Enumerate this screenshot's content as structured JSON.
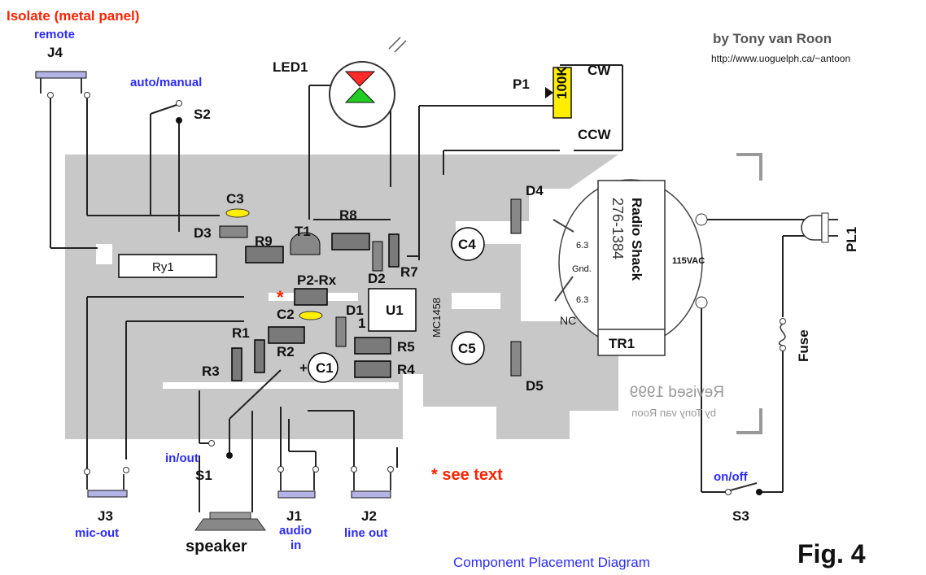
{
  "header": {
    "isolate": "Isolate (metal panel)",
    "author": "by Tony van Roon",
    "url": "http://www.uoguelph.ca/~antoon"
  },
  "labels": {
    "remote": "remote",
    "j4": "J4",
    "auto_manual": "auto/manual",
    "s2": "S2",
    "led1": "LED1",
    "p1": "P1",
    "p1_value": "100K",
    "cw": "CW",
    "ccw": "CCW",
    "c3": "C3",
    "d3": "D3",
    "r9": "R9",
    "t1": "T1",
    "r8": "R8",
    "d2": "D2",
    "r7": "R7",
    "ry1": "Ry1",
    "p2": "P2-Rx",
    "asterisk": "*",
    "c2": "C2",
    "d1": "D1",
    "u1": "U1",
    "u1_pin": "1",
    "mc1458": "MC1458",
    "r1": "R1",
    "r2": "R2",
    "r3": "R3",
    "r5": "R5",
    "r4": "R4",
    "c1": "C1",
    "c1_plus": "+",
    "c4": "C4",
    "c5": "C5",
    "d4": "D4",
    "d5": "D5",
    "tr_63a": "6.3",
    "tr_gnd": "Gnd.",
    "tr_63b": "6.3",
    "tr_nc": "NC",
    "tr_num": "276-1384",
    "tr_name": "Radio Shack",
    "tr1": "TR1",
    "vac": "115VAC",
    "pl1": "PL1",
    "fuse": "Fuse",
    "revised": "Revised 1999",
    "revised_by": "by Tony van Roon",
    "in_out": "in/out",
    "s1": "S1",
    "see_text": "* see text",
    "on_off": "on/off",
    "s3": "S3",
    "j3": "J3",
    "mic_out": "mic-out",
    "speaker": "speaker",
    "j1": "J1",
    "audio": "audio",
    "in": "in",
    "j2": "J2",
    "line_out": "line out",
    "caption": "Component Placement Diagram",
    "fig": "Fig. 4"
  },
  "colors": {
    "pcb": "#c8c8c8",
    "label_blue": "#2b2bff",
    "label_red": "#ff2200",
    "pot_yellow": "#ffee00",
    "led_red": "#ff2a2a",
    "led_green": "#22cc22"
  }
}
